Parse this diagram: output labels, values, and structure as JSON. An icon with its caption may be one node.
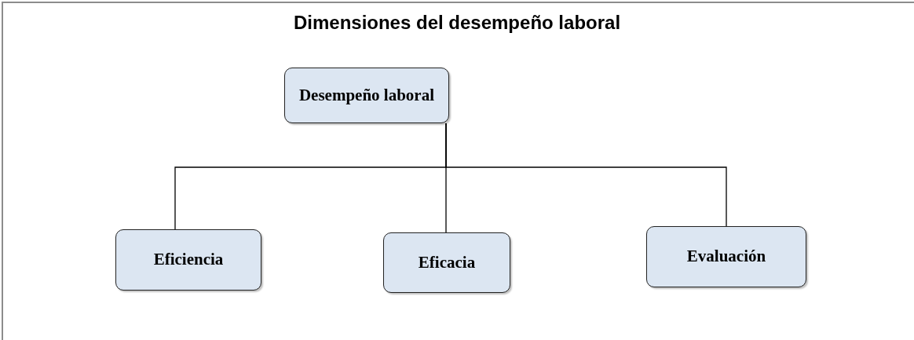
{
  "diagram": {
    "title": "Dimensiones del desempeño laboral",
    "nodes": [
      {
        "text": [
          "Desempeño laboral"
        ]
      },
      {
        "text": [
          "Eficiencia"
        ]
      },
      {
        "text": [
          "Eficacia"
        ]
      },
      {
        "text": [
          "Evaluación"
        ]
      }
    ],
    "edges": [
      {
        "from": 0,
        "to": 1,
        "arrow": "none"
      },
      {
        "from": 0,
        "to": 2,
        "arrow": "none"
      },
      {
        "from": 0,
        "to": 3,
        "arrow": "none"
      }
    ]
  }
}
